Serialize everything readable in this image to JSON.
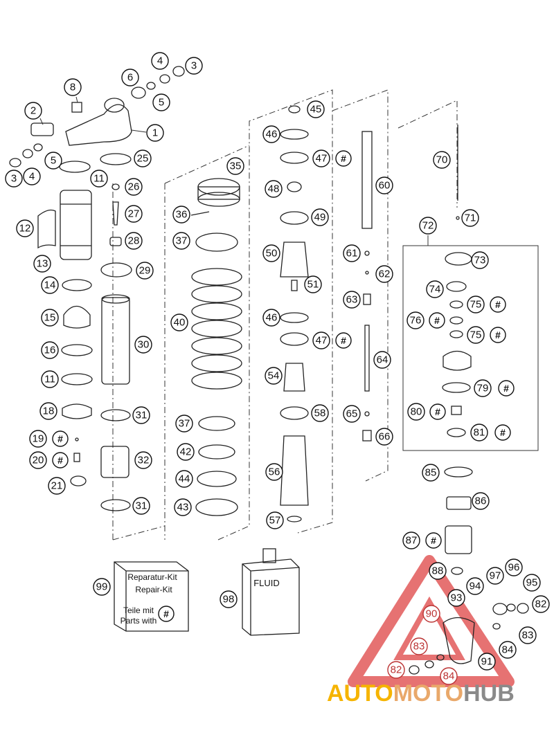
{
  "callouts": [
    {
      "id": "c1",
      "n": "1"
    },
    {
      "id": "c2",
      "n": "2"
    },
    {
      "id": "c3a",
      "n": "3"
    },
    {
      "id": "c3b",
      "n": "3"
    },
    {
      "id": "c4a",
      "n": "4"
    },
    {
      "id": "c4b",
      "n": "4"
    },
    {
      "id": "c5a",
      "n": "5"
    },
    {
      "id": "c5b",
      "n": "5"
    },
    {
      "id": "c6",
      "n": "6"
    },
    {
      "id": "c8",
      "n": "8"
    },
    {
      "id": "c11a",
      "n": "11"
    },
    {
      "id": "c11b",
      "n": "11"
    },
    {
      "id": "c12",
      "n": "12"
    },
    {
      "id": "c13",
      "n": "13"
    },
    {
      "id": "c14",
      "n": "14"
    },
    {
      "id": "c15",
      "n": "15"
    },
    {
      "id": "c16",
      "n": "16"
    },
    {
      "id": "c18",
      "n": "18"
    },
    {
      "id": "c19",
      "n": "19"
    },
    {
      "id": "c20",
      "n": "20"
    },
    {
      "id": "c21",
      "n": "21"
    },
    {
      "id": "c25",
      "n": "25"
    },
    {
      "id": "c26",
      "n": "26"
    },
    {
      "id": "c27",
      "n": "27"
    },
    {
      "id": "c28",
      "n": "28"
    },
    {
      "id": "c29",
      "n": "29"
    },
    {
      "id": "c30",
      "n": "30"
    },
    {
      "id": "c31a",
      "n": "31"
    },
    {
      "id": "c31b",
      "n": "31"
    },
    {
      "id": "c32",
      "n": "32"
    },
    {
      "id": "c35",
      "n": "35"
    },
    {
      "id": "c36",
      "n": "36"
    },
    {
      "id": "c37a",
      "n": "37"
    },
    {
      "id": "c37b",
      "n": "37"
    },
    {
      "id": "c40",
      "n": "40"
    },
    {
      "id": "c42",
      "n": "42"
    },
    {
      "id": "c43",
      "n": "43"
    },
    {
      "id": "c44",
      "n": "44"
    },
    {
      "id": "c45",
      "n": "45"
    },
    {
      "id": "c46a",
      "n": "46"
    },
    {
      "id": "c46b",
      "n": "46"
    },
    {
      "id": "c47a",
      "n": "47"
    },
    {
      "id": "c47b",
      "n": "47"
    },
    {
      "id": "c48",
      "n": "48"
    },
    {
      "id": "c49",
      "n": "49"
    },
    {
      "id": "c50",
      "n": "50"
    },
    {
      "id": "c51",
      "n": "51"
    },
    {
      "id": "c54",
      "n": "54"
    },
    {
      "id": "c56",
      "n": "56"
    },
    {
      "id": "c57",
      "n": "57"
    },
    {
      "id": "c58",
      "n": "58"
    },
    {
      "id": "c60",
      "n": "60"
    },
    {
      "id": "c61",
      "n": "61"
    },
    {
      "id": "c62",
      "n": "62"
    },
    {
      "id": "c63",
      "n": "63"
    },
    {
      "id": "c64",
      "n": "64"
    },
    {
      "id": "c65",
      "n": "65"
    },
    {
      "id": "c66",
      "n": "66"
    },
    {
      "id": "c70",
      "n": "70"
    },
    {
      "id": "c71",
      "n": "71"
    },
    {
      "id": "c72",
      "n": "72"
    },
    {
      "id": "c73",
      "n": "73"
    },
    {
      "id": "c74",
      "n": "74"
    },
    {
      "id": "c75a",
      "n": "75"
    },
    {
      "id": "c75b",
      "n": "75"
    },
    {
      "id": "c76",
      "n": "76"
    },
    {
      "id": "c79",
      "n": "79"
    },
    {
      "id": "c80",
      "n": "80"
    },
    {
      "id": "c81",
      "n": "81"
    },
    {
      "id": "c82a",
      "n": "82"
    },
    {
      "id": "c82b",
      "n": "82"
    },
    {
      "id": "c83a",
      "n": "83"
    },
    {
      "id": "c83b",
      "n": "83"
    },
    {
      "id": "c84a",
      "n": "84"
    },
    {
      "id": "c84b",
      "n": "84"
    },
    {
      "id": "c85",
      "n": "85"
    },
    {
      "id": "c86",
      "n": "86"
    },
    {
      "id": "c87",
      "n": "87"
    },
    {
      "id": "c88",
      "n": "88"
    },
    {
      "id": "c90",
      "n": "90"
    },
    {
      "id": "c91",
      "n": "91"
    },
    {
      "id": "c93",
      "n": "93"
    },
    {
      "id": "c94",
      "n": "94"
    },
    {
      "id": "c95",
      "n": "95"
    },
    {
      "id": "c96",
      "n": "96"
    },
    {
      "id": "c97",
      "n": "97"
    },
    {
      "id": "c98",
      "n": "98"
    },
    {
      "id": "c99",
      "n": "99"
    }
  ],
  "hash_symbol": "#",
  "repair_kit": {
    "line1": "Reparatur-Kit",
    "line2": "Repair-Kit",
    "line3": "Teile mit",
    "line4": "Parts with"
  },
  "fluid_label": "FLUID",
  "watermark": {
    "part1": "AUTO",
    "part2": "MOTO",
    "part3": "HUB",
    "colors": {
      "auto": "#f6b400",
      "moto": "#e9a86a",
      "hub": "#8a8a8a",
      "triangle": "#e25a5a"
    }
  }
}
